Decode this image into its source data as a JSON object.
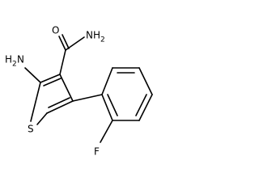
{
  "molecule": {
    "atoms": {
      "oxygen": "O",
      "amide_nitrogen": "NH",
      "amide_nitrogen_subscript": "2",
      "amino_nitrogen": "H",
      "amino_nitrogen_subscript": "2",
      "amino_nitrogen_suffix": "N",
      "sulfur": "S",
      "fluorine": "F"
    }
  }
}
